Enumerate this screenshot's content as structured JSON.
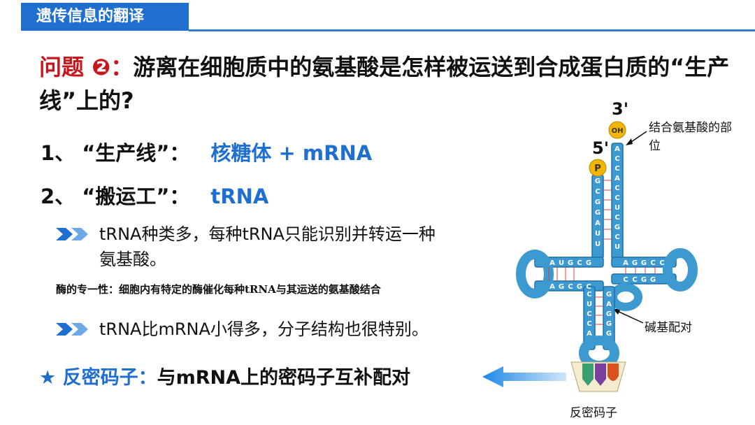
{
  "header": {
    "title": "遗传信息的翻译"
  },
  "question": {
    "label": "问题 ❷：",
    "text": "游离在细胞质中的氨基酸是怎样被运送到合成蛋白质的“生产线”上的?"
  },
  "items": [
    {
      "label": "1、 “生产线”：",
      "value": "核糖体 + mRNA"
    },
    {
      "label": "2、 “搬运工”：",
      "value": "tRNA"
    }
  ],
  "bullets": [
    {
      "line1": "tRNA种类多，每种tRNA只能识别并转运一种",
      "line2": "氨基酸。"
    },
    {
      "line1": "tRNA比mRNA小得多，分子结构也很特别。"
    }
  ],
  "note": "酶的专一性：细胞内有特定的酶催化每种tRNA与其运送的氨基酸结合",
  "anticodon_line": {
    "star": "★",
    "term": "反密码子：",
    "text": "与mRNA上的密码子互补配对"
  },
  "diagram": {
    "label_3prime": "3'",
    "label_5prime": "5'",
    "oh": "OH",
    "p": "P",
    "label_binding_site": "结合氨基酸的部位",
    "label_base_pairing": "碱基配对",
    "label_anticodon": "反密码子",
    "acceptor_left": [
      "G",
      "C",
      "G",
      "G",
      "A",
      "U",
      "U"
    ],
    "acceptor_right": [
      "A",
      "C",
      "C",
      "A",
      "C",
      "C",
      "U",
      "C",
      "G",
      "C",
      "U"
    ],
    "d_arm": [
      "A",
      "U",
      "G",
      "C",
      "G"
    ],
    "d_arm_lower": [
      "A",
      "G",
      "C",
      "G",
      "C"
    ],
    "t_arm": [
      "A",
      "G",
      "G",
      "C",
      "C"
    ],
    "t_arm_lower": [
      "C",
      "C",
      "G",
      "G"
    ],
    "anticodon_stem_left": [
      "C",
      "U",
      "C",
      "C",
      "A"
    ],
    "anticodon_stem_right": [
      "G",
      "A",
      "G",
      "G",
      "G"
    ],
    "colors": {
      "trna": "#3d9ad1",
      "trna_edge": "#1f6fa8",
      "oh_dot": "#f2b500",
      "pair": "#e04040",
      "accent": "#1e6fd0"
    }
  }
}
